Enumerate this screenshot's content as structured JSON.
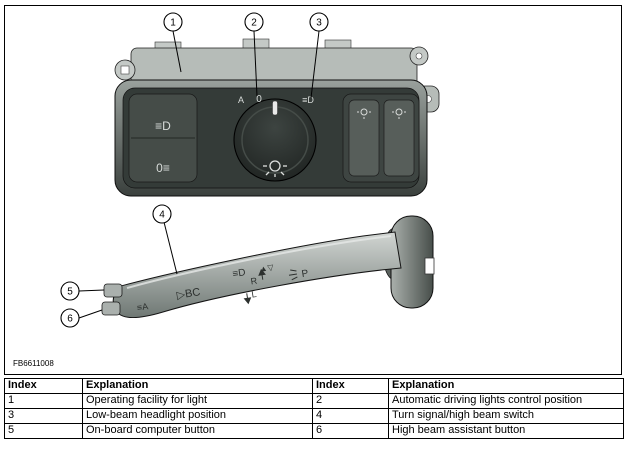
{
  "figure": {
    "id_label": "FB6611008",
    "callouts": [
      "1",
      "2",
      "3",
      "4",
      "5",
      "6"
    ],
    "panel": {
      "marking_auto": "A",
      "marking_zero": "0",
      "marking_low_beam": "≡D",
      "fog_front_symbol": "≡D",
      "fog_rear_symbol": "0≡"
    },
    "stalk": {
      "flash_symbol": "≡D",
      "updown_symbol": "▲▽",
      "bc_label": "▷BC",
      "r_label": "R",
      "l_label": "L",
      "parking_label": "P",
      "assist_symbol": "≡A"
    }
  },
  "table": {
    "headers": [
      "Index",
      "Explanation",
      "Index",
      "Explanation"
    ],
    "rows": [
      [
        "1",
        "Operating facility for light",
        "2",
        "Automatic driving lights control position"
      ],
      [
        "3",
        "Low-beam headlight position",
        "4",
        "Turn signal/high beam switch"
      ],
      [
        "5",
        "On-board computer button",
        "6",
        "High beam assistant button"
      ]
    ]
  }
}
